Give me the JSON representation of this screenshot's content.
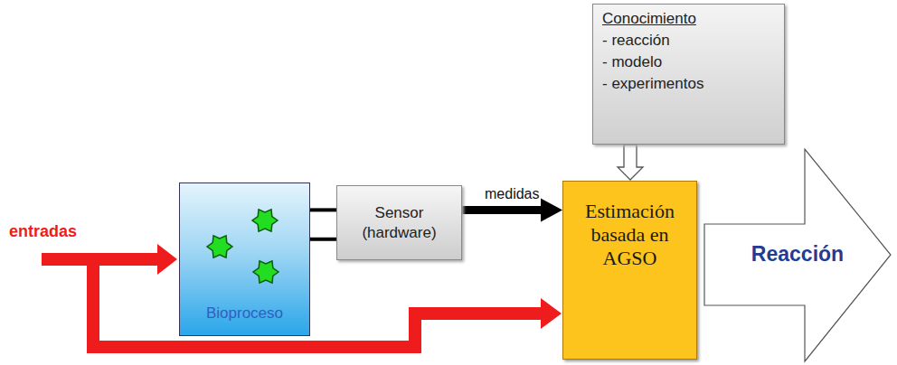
{
  "diagram": {
    "nodes": [
      {
        "text": [
          "Conocimiento",
          "- reacción",
          "- modelo",
          "- experimentos"
        ]
      },
      {
        "text": [
          "Bioproceso"
        ]
      },
      {
        "text": [
          "Sensor (hardware)"
        ]
      },
      {
        "text": [
          "Estimación basada en AGSO"
        ]
      },
      {
        "text": [
          "Reacción"
        ]
      }
    ],
    "edges": [
      {
        "from": 1,
        "to": 2,
        "arrow": "none"
      },
      {
        "from": 2,
        "to": 3,
        "label": "medidas",
        "arrow": "to"
      },
      {
        "from": 0,
        "to": 3,
        "arrow": "to"
      }
    ],
    "labels": [
      "entradas"
    ]
  }
}
